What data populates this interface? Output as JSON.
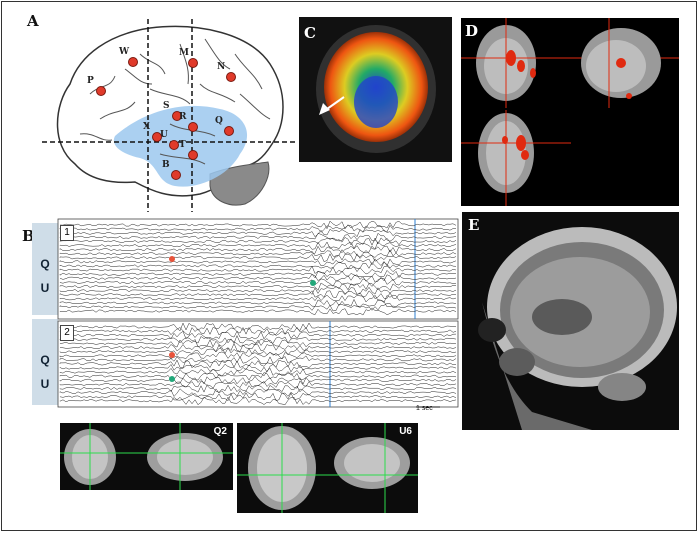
{
  "panels": {
    "a": {
      "label": "A",
      "electrodes": [
        "W",
        "M",
        "N",
        "P",
        "S",
        "R",
        "Q",
        "X",
        "U",
        "T",
        "B"
      ]
    },
    "b": {
      "label": "B",
      "eeg1_tag": "1",
      "eeg2_tag": "2",
      "contact_q": "Q",
      "contact_u": "U",
      "scale_text": "1 sec"
    },
    "c": {
      "label": "C"
    },
    "d": {
      "label": "D"
    },
    "e": {
      "label": "E"
    },
    "mri_q": {
      "label": "Q2"
    },
    "mri_u": {
      "label": "U6"
    }
  },
  "colors": {
    "electrode": "#e03a2a",
    "lobe_highlight": "#9cc8ee",
    "cerebellum": "#8a8a8a",
    "trace_marker_red": "#e8533a",
    "trace_marker_green": "#22a87a",
    "onset_line": "#2e7fd0",
    "crosshair": "#2bdc4b"
  }
}
